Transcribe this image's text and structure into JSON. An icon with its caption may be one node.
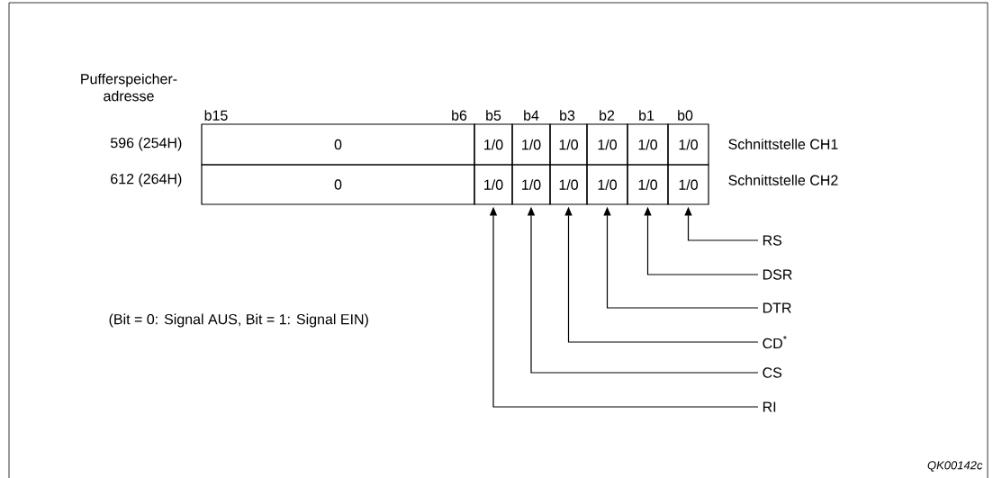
{
  "diagram": {
    "nodes": [
      {
        "text": [
          "0"
        ]
      },
      {
        "text": [
          "1/0"
        ]
      },
      {
        "text": [
          "1/0"
        ]
      },
      {
        "text": [
          "1/0"
        ]
      },
      {
        "text": [
          "1/0"
        ]
      },
      {
        "text": [
          "1/0"
        ]
      },
      {
        "text": [
          "1/0"
        ]
      },
      {
        "text": [
          "0"
        ]
      },
      {
        "text": [
          "1/0"
        ]
      },
      {
        "text": [
          "1/0"
        ]
      },
      {
        "text": [
          "1/0"
        ]
      },
      {
        "text": [
          "1/0"
        ]
      },
      {
        "text": [
          "1/0"
        ]
      },
      {
        "text": [
          "1/0"
        ]
      },
      {
        "text": [
          "RS"
        ]
      },
      {
        "text": [
          "DSR"
        ]
      },
      {
        "text": [
          "DTR"
        ]
      },
      {
        "text": [
          "CD$^{*}$"
        ]
      },
      {
        "text": [
          "CS"
        ]
      },
      {
        "text": [
          "RI"
        ]
      }
    ],
    "edges": [
      {
        "from": 14,
        "to": 13,
        "arrow": "to"
      },
      {
        "from": 15,
        "to": 12,
        "arrow": "to"
      },
      {
        "from": 16,
        "to": 11,
        "arrow": "to"
      },
      {
        "from": 17,
        "to": 10,
        "arrow": "to"
      },
      {
        "from": 18,
        "to": 9,
        "arrow": "to"
      },
      {
        "from": 19,
        "to": 8,
        "arrow": "to"
      }
    ],
    "labels": [
      "Pufferspeicher- adresse",
      "b15",
      "b6",
      "b5",
      "b4",
      "b3",
      "b2",
      "b1",
      "b0",
      "596 (254H)",
      "Schnittstelle CH1",
      "612 (264H)",
      "Schnittstelle CH2",
      "(Bit = 0: Signal AUS, Bit = 1: Signal EIN)",
      "QK00142c"
    ]
  }
}
